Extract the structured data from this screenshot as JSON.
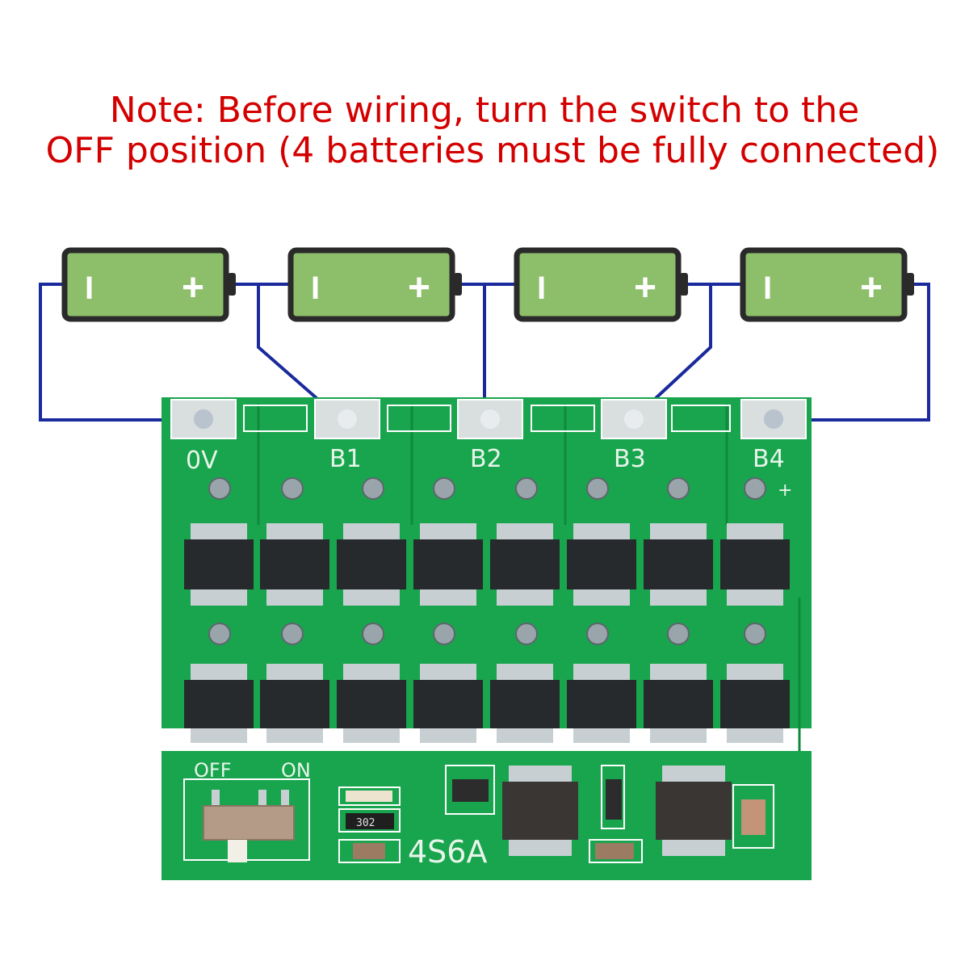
{
  "note": {
    "line1": "Note: Before wiring, turn the switch to the",
    "line2": "OFF position (4 batteries must be fully connected)"
  },
  "batteries": [
    {
      "neg": "I",
      "pos": "+"
    },
    {
      "neg": "I",
      "pos": "+"
    },
    {
      "neg": "I",
      "pos": "+"
    },
    {
      "neg": "I",
      "pos": "+"
    }
  ],
  "board": {
    "pads": [
      "0V",
      "B1",
      "B2",
      "B3",
      "B4"
    ],
    "plus_mark": "+",
    "switch_off": "OFF",
    "switch_on": "ON",
    "model": "4S6A",
    "resistor_code": "302"
  },
  "colors": {
    "note_text": "#d40000",
    "wire": "#1a2a9c",
    "battery_fill": "#8dbe6a",
    "battery_outline": "#2a2a2a",
    "pcb": "#16a34a"
  },
  "icons": [
    "battery-icon",
    "battery-icon",
    "battery-icon",
    "battery-icon"
  ]
}
